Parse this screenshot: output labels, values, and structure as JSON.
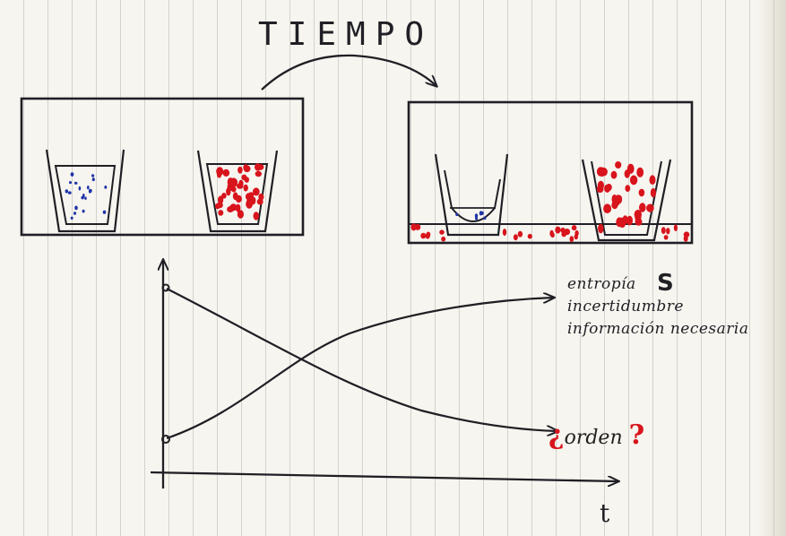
{
  "title": "TIEMPO",
  "labels": {
    "entropy": "entropía",
    "entropy_symbol": "S",
    "uncertainty": "incertidumbre",
    "information": "información necesaria",
    "order_open": "¿",
    "order": "orden",
    "order_close": "?",
    "time_axis": "t"
  },
  "colors": {
    "ink": "#1f1f25",
    "blue_particles": "#1f35a8",
    "red_particles": "#d8141c",
    "paper": "#f7f5ef",
    "grid": "#9a9a9a"
  },
  "icons": {
    "time_arrow": "curved-arrow-icon",
    "axis_arrow": "arrow-icon"
  }
}
